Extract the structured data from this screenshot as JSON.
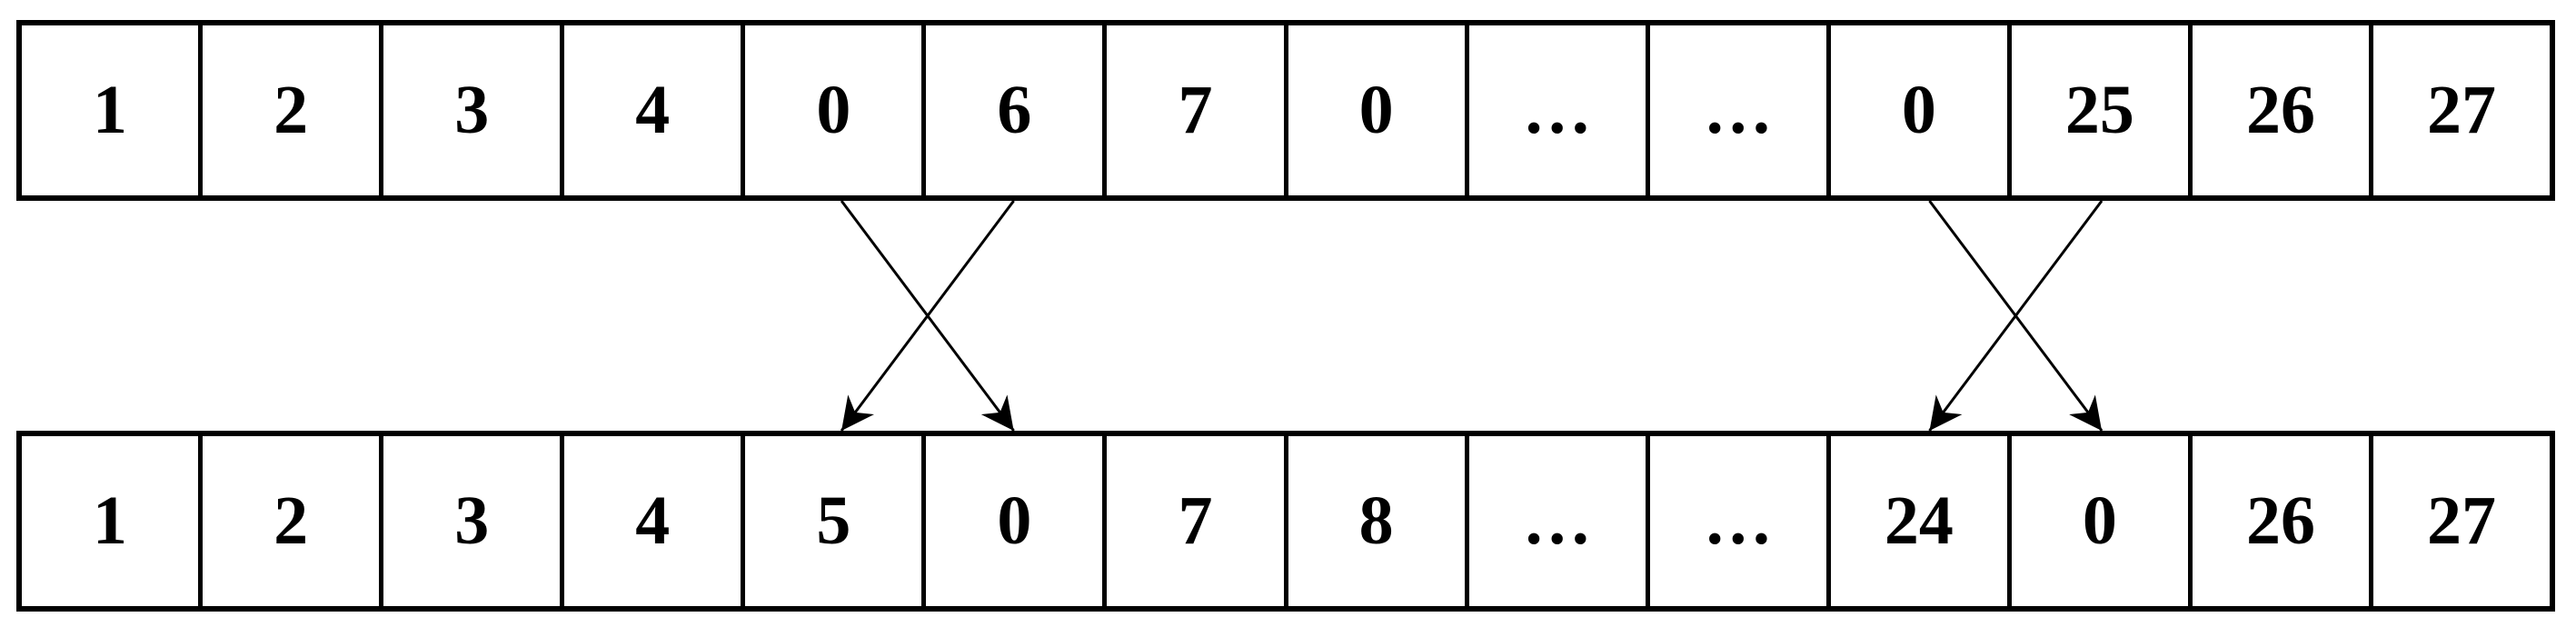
{
  "top_row": [
    "1",
    "2",
    "3",
    "4",
    "0",
    "6",
    "7",
    "0",
    "…",
    "…",
    "0",
    "25",
    "26",
    "27"
  ],
  "bottom_row": [
    "1",
    "2",
    "3",
    "4",
    "5",
    "0",
    "7",
    "8",
    "…",
    "…",
    "24",
    "0",
    "26",
    "27"
  ],
  "swaps": [
    [
      4,
      5
    ],
    [
      10,
      11
    ]
  ]
}
